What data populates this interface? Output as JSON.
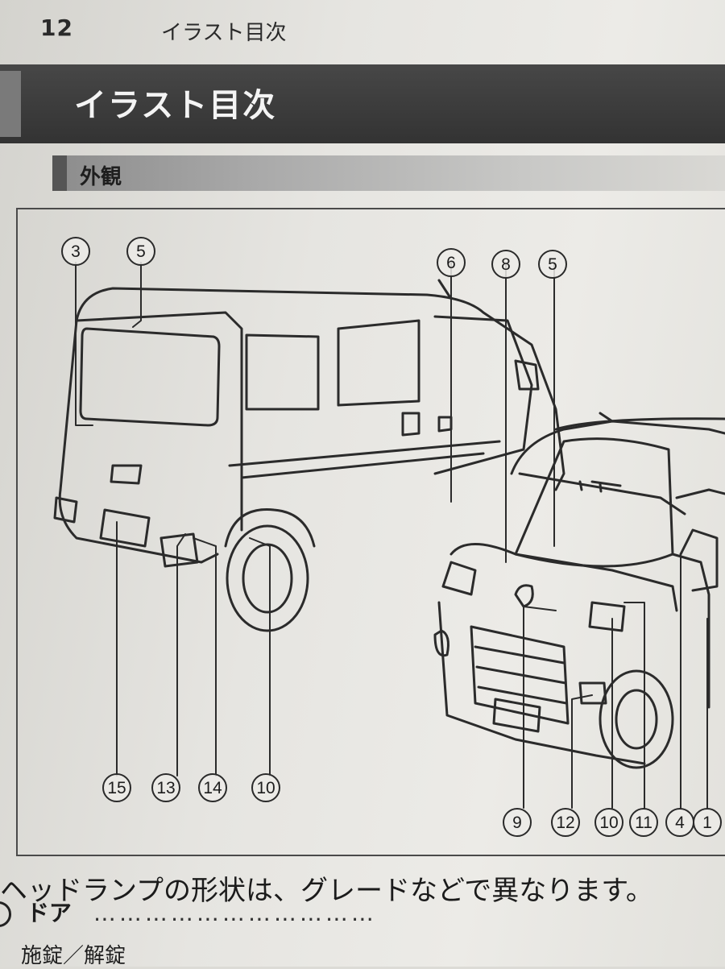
{
  "running_head": {
    "page_number": "12",
    "title": "イラスト目次"
  },
  "chapter": {
    "title": "イラスト目次"
  },
  "section": {
    "label": "外観"
  },
  "callouts": {
    "rear": [
      {
        "id": "c3",
        "text": "3"
      },
      {
        "id": "c5a",
        "text": "5"
      },
      {
        "id": "c6",
        "text": "6"
      },
      {
        "id": "c15",
        "text": "15"
      },
      {
        "id": "c13",
        "text": "13"
      },
      {
        "id": "c14",
        "text": "14"
      },
      {
        "id": "c10a",
        "text": "10"
      }
    ],
    "front": [
      {
        "id": "c8",
        "text": "8"
      },
      {
        "id": "c5b",
        "text": "5"
      },
      {
        "id": "c9",
        "text": "9"
      },
      {
        "id": "c12",
        "text": "12"
      },
      {
        "id": "c10b",
        "text": "10"
      },
      {
        "id": "c11",
        "text": "11"
      },
      {
        "id": "c4",
        "text": "4"
      },
      {
        "id": "c1",
        "text": "1"
      }
    ]
  },
  "note": "ヘッドランプの形状は、グレードなどで異なります。",
  "entries": [
    {
      "label": "ドア",
      "dots": "……………………………"
    }
  ],
  "subentry": "施錠／解錠"
}
